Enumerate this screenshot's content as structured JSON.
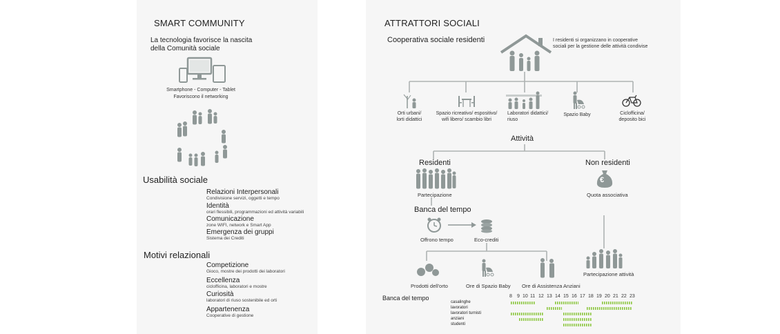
{
  "left": {
    "title": "SMART COMMUNITY",
    "intro_line1": "La tecnologia favorisce la nascita",
    "intro_line2": "della Comunità sociale",
    "devices_line1": "Smartphone - Computer - Tablet",
    "devices_line2": "Favoriscono il networking",
    "usability": {
      "heading": "Usabilità sociale",
      "items": [
        {
          "title": "Relazioni Interpersonali",
          "sub": "Condivisione servizi, oggetti e tempo"
        },
        {
          "title": "Identità",
          "sub": "orari flessibili, programmazioni ed attività variabili"
        },
        {
          "title": "Comunicazione",
          "sub": "zone WIFI, network e Smart App"
        },
        {
          "title": "Emergenza dei gruppi",
          "sub": "Sistema dei Crediti"
        }
      ]
    },
    "motives": {
      "heading": "Motivi relazionali",
      "items": [
        {
          "title": "Competizione",
          "sub": "Gioco, mostre dei prodotti dei laboratori"
        },
        {
          "title": "Eccellenza",
          "sub": "ciclofficina, laboratori e mostre"
        },
        {
          "title": "Curiosità",
          "sub": "laboratori di riuso sostenibile ed orti"
        },
        {
          "title": "Appartenenza",
          "sub": "Cooperative di gestione"
        }
      ]
    }
  },
  "right": {
    "title": "ATTRATTORI SOCIALI",
    "coop_label": "Cooperativa sociale residenti",
    "coop_note_line1": "I residenti si organizzano in cooperative",
    "coop_note_line2": "sociali per la gestione delle attività condivise",
    "services": [
      {
        "line1": "Orti urbani/",
        "line2": "lorti didattici",
        "icon": "tree-gardener-icon"
      },
      {
        "line1": "Spazio ricreativo/ espositivo/",
        "line2": "wifi libero/ scambio libri",
        "icon": "table-chairs-icon"
      },
      {
        "line1": "Laboratori didattici/",
        "line2": "riuso",
        "icon": "workshop-people-icon"
      },
      {
        "line1": "Spazio Baby",
        "line2": "",
        "icon": "stroller-icon"
      },
      {
        "line1": "Ciclofficina/",
        "line2": "deposito bici",
        "icon": "bicycle-icon"
      }
    ],
    "activities_label": "Attività",
    "residents_label": "Residenti",
    "participation_label": "Partecipazione",
    "non_residents_label": "Non residenti",
    "fee_label": "Quota associativa",
    "money_symbol": "€",
    "time_bank_label": "Banca del tempo",
    "offer_time_label": "Offrono tempo",
    "eco_credits_label": "Eco-crediti",
    "outputs": [
      {
        "label": "Prodotti dell'orto"
      },
      {
        "label": "Ore di Spazio Baby"
      },
      {
        "label": "Ore di Assistenza Anziani"
      }
    ],
    "participation_activities_label": "Partecipazione attività",
    "schedule": {
      "title": "Banca del tempo",
      "hours": [
        "8",
        "9",
        "10",
        "11",
        "12",
        "13",
        "14",
        "15",
        "16",
        "17",
        "18",
        "19",
        "20",
        "21",
        "22",
        "23"
      ],
      "groups": [
        "casalinghe",
        "lavoratori",
        "lavoratori turnisti",
        "anziani",
        "studenti"
      ],
      "bar_color": "#8dc63f"
    }
  }
}
